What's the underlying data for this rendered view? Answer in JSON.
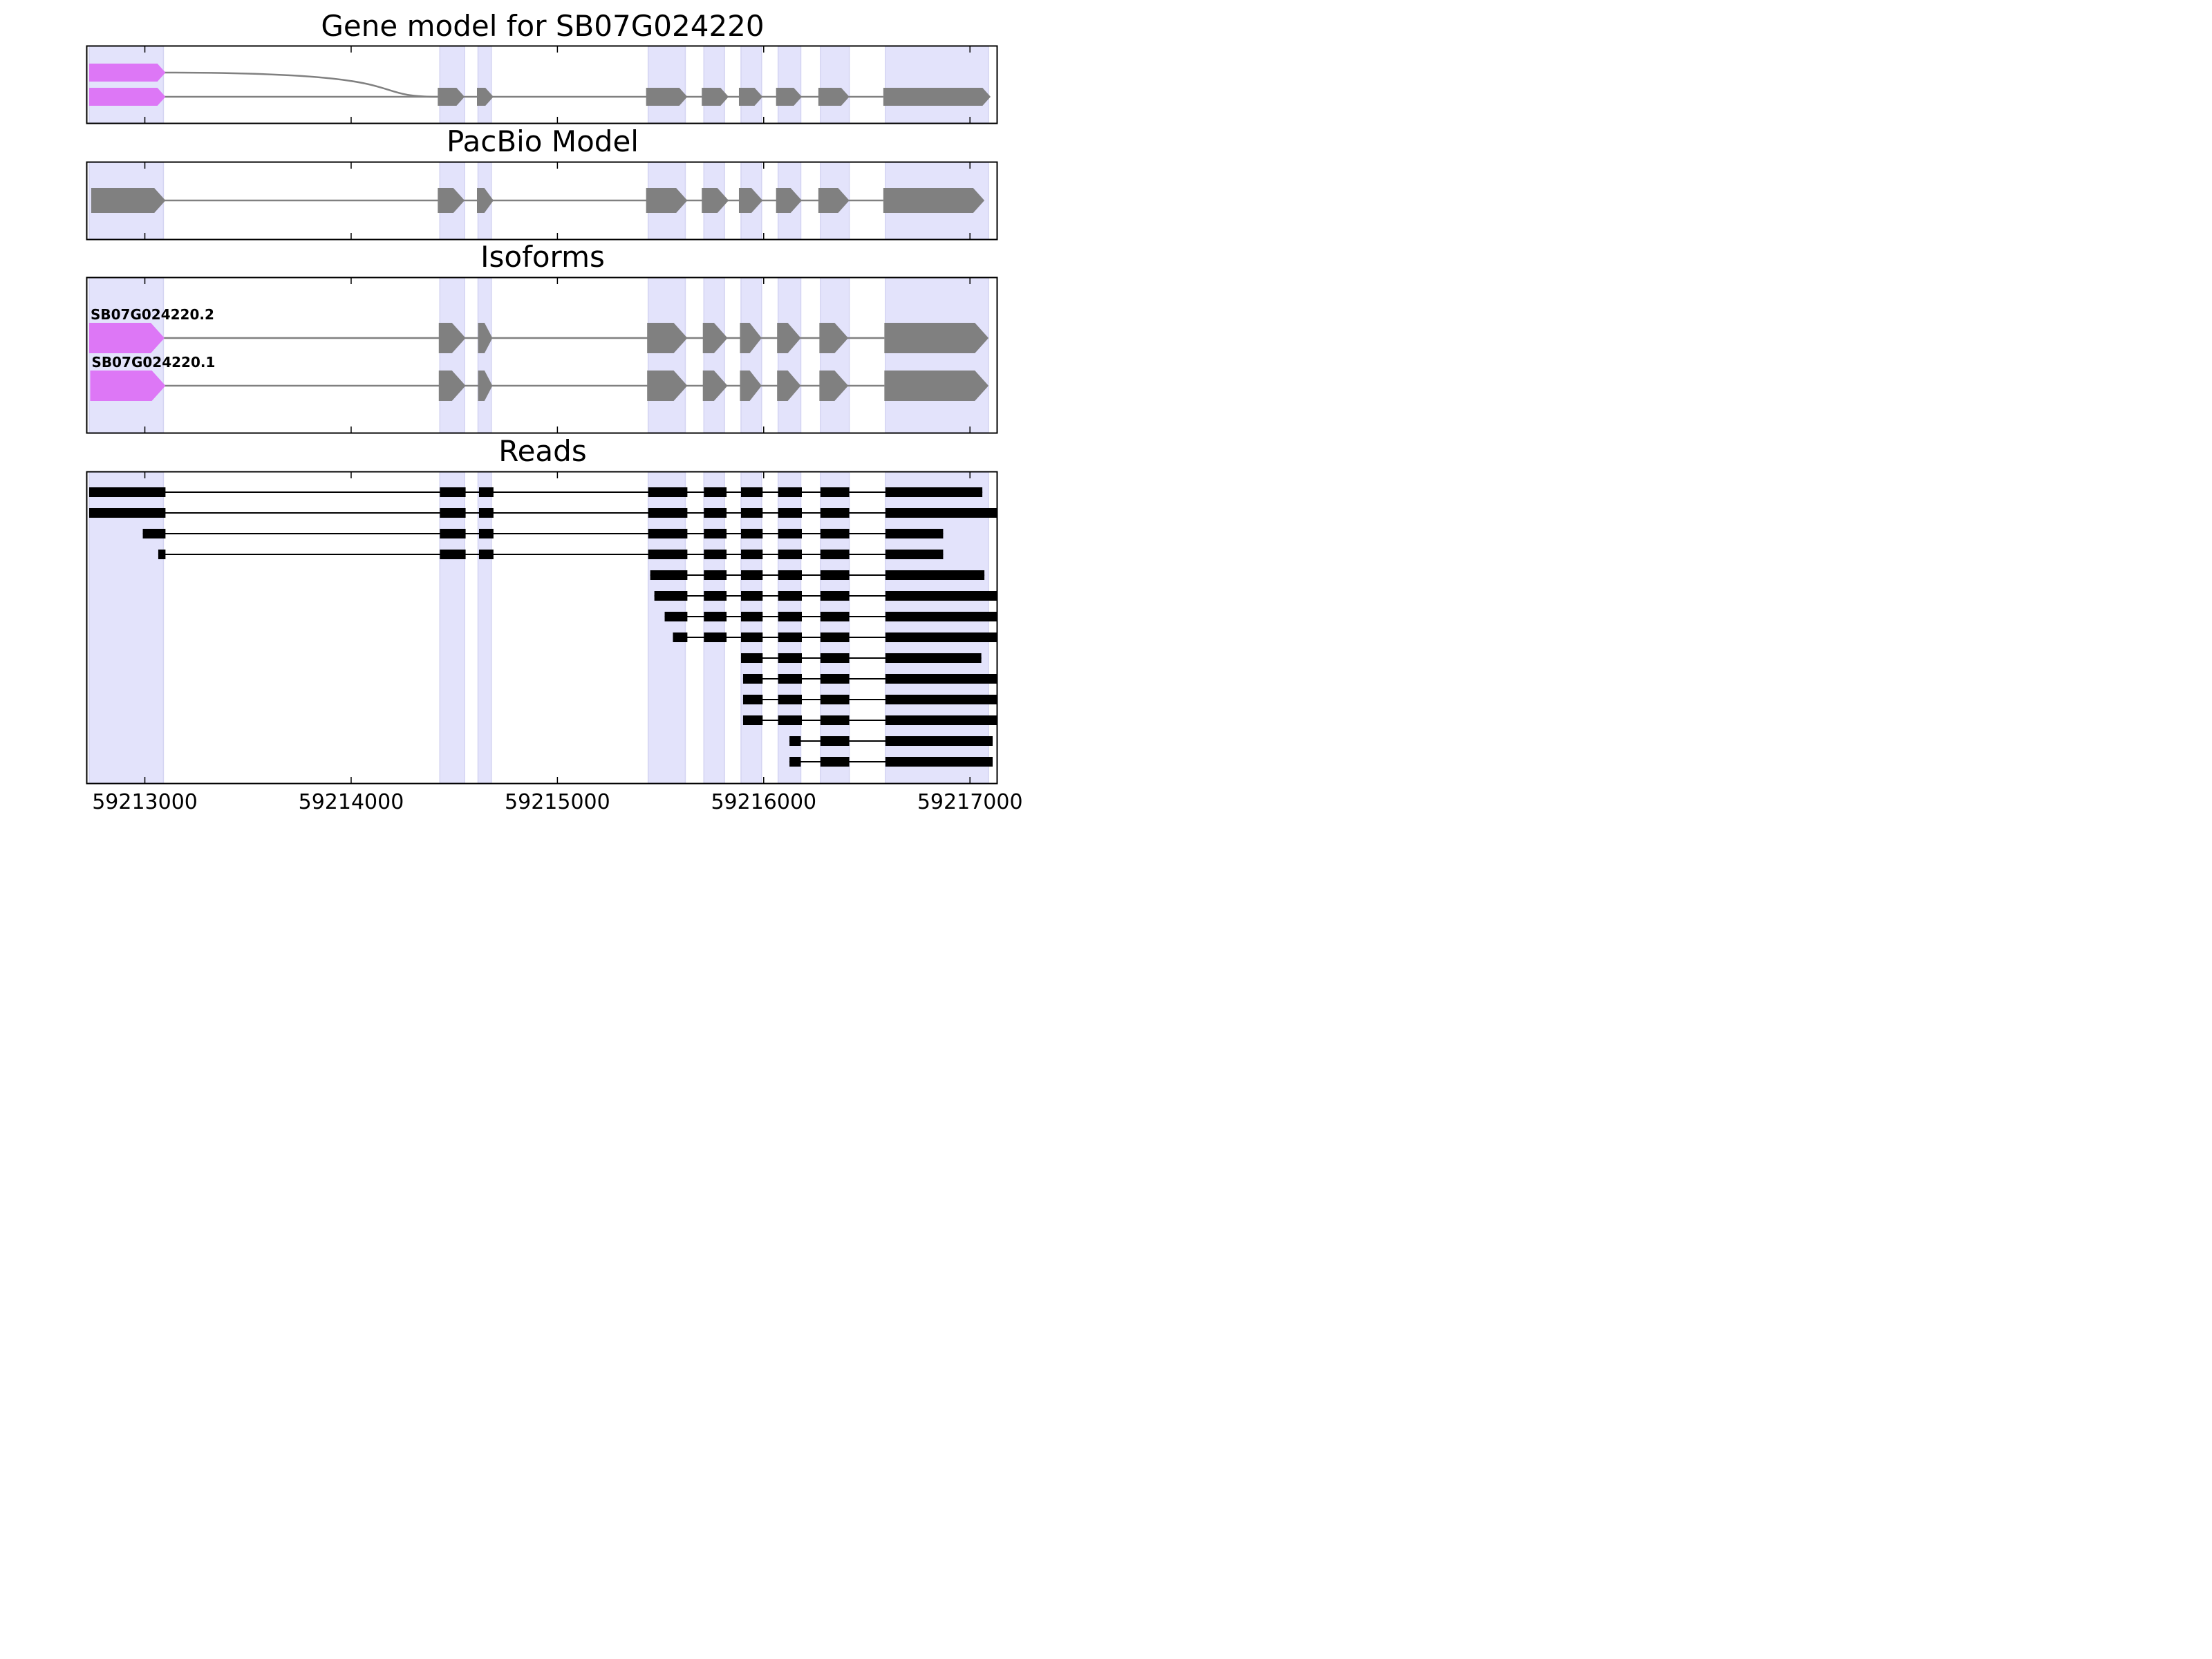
{
  "colors": {
    "exon_band": "#e3e3fb",
    "exon_band_edge": "#d4d4f2",
    "utr5": "#dd77f6",
    "cds": "#808080",
    "intron": "#808080",
    "read": "#000000",
    "frame": "#000000"
  },
  "panels": {
    "gene_model": {
      "title": "Gene model for SB07G024220"
    },
    "pacbio_model": {
      "title": "PacBio Model"
    },
    "isoforms": {
      "title": "Isoforms"
    },
    "reads": {
      "title": "Reads"
    }
  },
  "isoform_labels": [
    "SB07G024220.2",
    "SB07G024220.1"
  ],
  "chart_data": {
    "type": "gene-structure",
    "x_axis": {
      "range": [
        59212720,
        59217130
      ],
      "ticks": [
        59213000,
        59214000,
        59215000,
        59216000,
        59217000
      ],
      "tick_labels": [
        "59213000",
        "59214000",
        "59215000",
        "59216000",
        "59217000"
      ]
    },
    "exon_bands": [
      [
        59212730,
        59213090
      ],
      [
        59214430,
        59214550
      ],
      [
        59214615,
        59214680
      ],
      [
        59215440,
        59215620
      ],
      [
        59215710,
        59215810
      ],
      [
        59215890,
        59215990
      ],
      [
        59216070,
        59216180
      ],
      [
        59216275,
        59216415
      ],
      [
        59216590,
        59217090
      ]
    ],
    "gene_model": [
      {
        "utr5": [
          59212730,
          59213100
        ],
        "cds": [
          [
            59214420,
            59214550
          ],
          [
            59214610,
            59214690
          ],
          [
            59215430,
            59215630
          ],
          [
            59215700,
            59215830
          ],
          [
            59215880,
            59215995
          ],
          [
            59216060,
            59216185
          ],
          [
            59216265,
            59216415
          ],
          [
            59216580,
            59217100
          ]
        ],
        "junction": "curved"
      },
      {
        "utr5": [
          59212730,
          59213100
        ],
        "cds": [
          [
            59214420,
            59214550
          ],
          [
            59214610,
            59214690
          ],
          [
            59215430,
            59215630
          ],
          [
            59215700,
            59215830
          ],
          [
            59215880,
            59215995
          ],
          [
            59216060,
            59216185
          ],
          [
            59216265,
            59216415
          ],
          [
            59216580,
            59217100
          ]
        ],
        "junction": "straight"
      }
    ],
    "pacbio_model": [
      {
        "utr5": null,
        "cds": [
          [
            59212740,
            59213100
          ],
          [
            59214420,
            59214550
          ],
          [
            59214610,
            59214690
          ],
          [
            59215430,
            59215630
          ],
          [
            59215700,
            59215830
          ],
          [
            59215880,
            59215995
          ],
          [
            59216060,
            59216185
          ],
          [
            59216265,
            59216415
          ],
          [
            59216580,
            59217070
          ]
        ],
        "junction": "straight"
      }
    ],
    "isoforms": [
      {
        "name": "SB07G024220.2",
        "utr5": [
          59212730,
          59213095
        ],
        "cds": [
          [
            59214425,
            59214555
          ],
          [
            59214615,
            59214685
          ],
          [
            59215435,
            59215630
          ],
          [
            59215705,
            59215825
          ],
          [
            59215885,
            59215990
          ],
          [
            59216065,
            59216180
          ],
          [
            59216270,
            59216410
          ],
          [
            59216585,
            59217090
          ]
        ]
      },
      {
        "name": "SB07G024220.1",
        "utr5": [
          59212735,
          59213100
        ],
        "cds": [
          [
            59214425,
            59214555
          ],
          [
            59214615,
            59214685
          ],
          [
            59215435,
            59215630
          ],
          [
            59215705,
            59215825
          ],
          [
            59215885,
            59215990
          ],
          [
            59216065,
            59216180
          ],
          [
            59216270,
            59216410
          ],
          [
            59216585,
            59217090
          ]
        ]
      }
    ],
    "reads": [
      [
        [
          59212730,
          59213100
        ],
        [
          59214430,
          59214555
        ],
        [
          59214620,
          59214690
        ],
        [
          59215440,
          59215630
        ],
        [
          59215710,
          59215820
        ],
        [
          59215890,
          59215995
        ],
        [
          59216070,
          59216185
        ],
        [
          59216275,
          59216415
        ],
        [
          59216590,
          59217060
        ]
      ],
      [
        [
          59212730,
          59213100
        ],
        [
          59214430,
          59214555
        ],
        [
          59214620,
          59214690
        ],
        [
          59215440,
          59215630
        ],
        [
          59215710,
          59215820
        ],
        [
          59215890,
          59215995
        ],
        [
          59216070,
          59216185
        ],
        [
          59216275,
          59216415
        ],
        [
          59216590,
          59217130
        ]
      ],
      [
        [
          59212990,
          59213100
        ],
        [
          59214430,
          59214555
        ],
        [
          59214620,
          59214690
        ],
        [
          59215440,
          59215630
        ],
        [
          59215710,
          59215820
        ],
        [
          59215890,
          59215995
        ],
        [
          59216070,
          59216185
        ],
        [
          59216275,
          59216415
        ],
        [
          59216590,
          59216870
        ]
      ],
      [
        [
          59213065,
          59213100
        ],
        [
          59214430,
          59214555
        ],
        [
          59214620,
          59214690
        ],
        [
          59215440,
          59215630
        ],
        [
          59215710,
          59215820
        ],
        [
          59215890,
          59215995
        ],
        [
          59216070,
          59216185
        ],
        [
          59216275,
          59216415
        ],
        [
          59216590,
          59216870
        ]
      ],
      [
        [
          59215450,
          59215630
        ],
        [
          59215710,
          59215820
        ],
        [
          59215890,
          59215995
        ],
        [
          59216070,
          59216185
        ],
        [
          59216275,
          59216415
        ],
        [
          59216590,
          59217070
        ]
      ],
      [
        [
          59215470,
          59215630
        ],
        [
          59215710,
          59215820
        ],
        [
          59215890,
          59215995
        ],
        [
          59216070,
          59216185
        ],
        [
          59216275,
          59216415
        ],
        [
          59216590,
          59217130
        ]
      ],
      [
        [
          59215520,
          59215630
        ],
        [
          59215710,
          59215820
        ],
        [
          59215890,
          59215995
        ],
        [
          59216070,
          59216185
        ],
        [
          59216275,
          59216415
        ],
        [
          59216590,
          59217130
        ]
      ],
      [
        [
          59215560,
          59215630
        ],
        [
          59215710,
          59215820
        ],
        [
          59215890,
          59215995
        ],
        [
          59216070,
          59216185
        ],
        [
          59216275,
          59216415
        ],
        [
          59216590,
          59217130
        ]
      ],
      [
        [
          59215890,
          59215995
        ],
        [
          59216070,
          59216185
        ],
        [
          59216275,
          59216415
        ],
        [
          59216590,
          59217055
        ]
      ],
      [
        [
          59215900,
          59215995
        ],
        [
          59216070,
          59216185
        ],
        [
          59216275,
          59216415
        ],
        [
          59216590,
          59217130
        ]
      ],
      [
        [
          59215900,
          59215995
        ],
        [
          59216070,
          59216185
        ],
        [
          59216275,
          59216415
        ],
        [
          59216590,
          59217130
        ]
      ],
      [
        [
          59215900,
          59215995
        ],
        [
          59216070,
          59216185
        ],
        [
          59216275,
          59216415
        ],
        [
          59216590,
          59217130
        ]
      ],
      [
        [
          59216125,
          59216180
        ],
        [
          59216275,
          59216415
        ],
        [
          59216590,
          59217110
        ]
      ],
      [
        [
          59216125,
          59216180
        ],
        [
          59216275,
          59216415
        ],
        [
          59216590,
          59217110
        ]
      ]
    ]
  }
}
